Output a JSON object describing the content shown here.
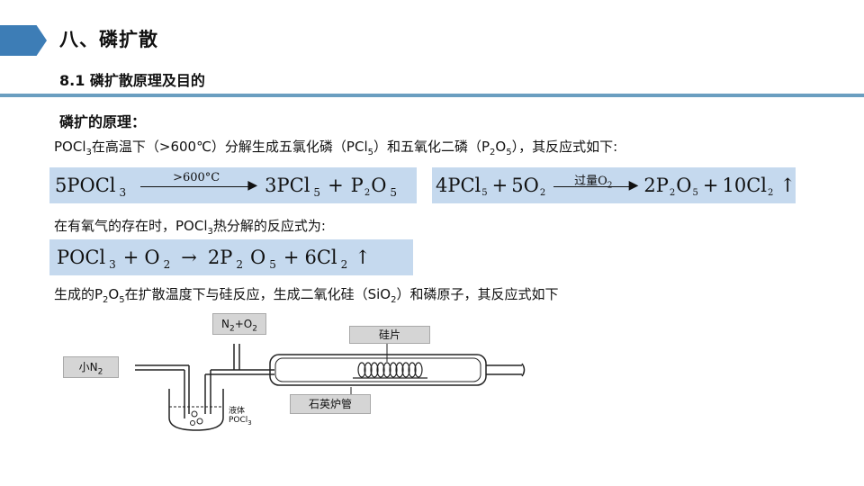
{
  "slide": {
    "title": "八、磷扩散",
    "subtitle": "8.1 磷扩散原理及目的",
    "section_heading": "磷扩的原理："
  },
  "text_lines": {
    "line1": {
      "a": "POCl",
      "a_sub": "3",
      "b": "在高温下（>600℃）分解生成五氯化磷（PCl",
      "b_sub": "5",
      "c": "）和五氧化二磷（P",
      "c_sub": "2",
      "d": "O",
      "d_sub": "5",
      "e": "），其反应式如下:"
    },
    "line2": {
      "a": "在有氧气的存在时，POCl",
      "a_sub": "3",
      "b": "热分解的反应式为:"
    },
    "line3": {
      "a": "生成的P",
      "a_sub": "2",
      "b": "O",
      "b_sub": "5",
      "c": "在扩散温度下与硅反应，生成二氧化硅（SiO",
      "c_sub": "2",
      "d": "）和磷原子，其反应式如下"
    }
  },
  "equations": {
    "eq1": {
      "lhs": "5POCl",
      "lhs_sub": "3",
      "cond": ">600°C",
      "p1": "3PCl",
      "p1_sub": "5",
      "plus": "+",
      "p2a": "P",
      "p2a_sub": "2",
      "p2b": "O",
      "p2b_sub": "5"
    },
    "eq2": {
      "r1": "4PCl",
      "r1_sub": "5",
      "plus1": "+",
      "r2": "5O",
      "r2_sub": "2",
      "cond": "过量O",
      "cond_sub": "2",
      "p1a": "2P",
      "p1a_sub": "2",
      "p1b": "O",
      "p1b_sub": "5",
      "plus2": "+",
      "p2": "10Cl",
      "p2_sub": "2",
      "up": "↑"
    },
    "eq3": {
      "r1": "POCl",
      "r1_sub": "3",
      "plus1": "+",
      "r2": "O",
      "r2_sub": "2",
      "arrow": "→",
      "p1a": "2P",
      "p1a_sub": "2",
      "p1b": "O",
      "p1b_sub": "5",
      "plus2": "+",
      "p2": "6Cl",
      "p2_sub": "2",
      "up": "↑"
    }
  },
  "diagram": {
    "label_n2": "小N",
    "label_n2_sub": "2",
    "label_gas_a": "N",
    "label_gas_a_sub": "2",
    "label_gas_b": "+O",
    "label_gas_b_sub": "2",
    "label_wafer": "硅片",
    "label_tube": "石英炉管",
    "label_liquid": "液体",
    "label_liquid2": "POCl",
    "label_liquid2_sub": "3"
  },
  "colors": {
    "accent": "#3d7db6",
    "rule": "#6a9ec0",
    "equation_bg": "#c5d9ee",
    "label_bg": "#d5d5d5"
  }
}
